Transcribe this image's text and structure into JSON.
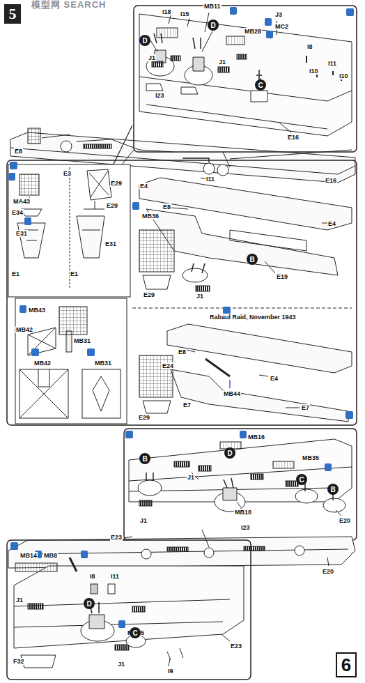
{
  "diagram": {
    "nodes": [
      {
        "text": [
          "5"
        ]
      },
      {
        "text": [
          "D"
        ]
      },
      {
        "text": [
          "D"
        ]
      },
      {
        "text": [
          "C"
        ]
      },
      {
        "text": [
          "B"
        ]
      },
      {
        "text": [
          "B"
        ]
      },
      {
        "text": [
          "D"
        ]
      },
      {
        "text": [
          "C"
        ]
      },
      {
        "text": [
          "B"
        ]
      },
      {
        "text": [
          "D"
        ]
      },
      {
        "text": [
          "C"
        ]
      },
      {
        "text": [
          "6"
        ]
      }
    ],
    "labels": [
      "I18",
      "I15",
      "MB11",
      "J3",
      "MC2",
      "MB28",
      "J1",
      "J1",
      "I8",
      "I10",
      "I11",
      "I10",
      "I23",
      "E16",
      "E8",
      "E4",
      "E16",
      "I11",
      "MB36",
      "E8",
      "E4",
      "E19",
      "J1",
      "E29",
      "MA43",
      "E3",
      "E29",
      "E34",
      "E29",
      "E31",
      "E31",
      "E1",
      "E1",
      "MB43",
      "MB42",
      "MB31",
      "MB42",
      "MB31",
      "Rabaul Raid, November 1943",
      "E8",
      "E24",
      "E4",
      "MB44",
      "E29",
      "E7",
      "E7",
      "MB16",
      "J1",
      "MB35",
      "MB10",
      "I23",
      "E20",
      "J1",
      "E23",
      "E20",
      "MB14",
      "MB8",
      "I8",
      "I11",
      "J1",
      "MB25",
      "F32",
      "E23",
      "J1",
      "I9",
      "模型网 SEARCH"
    ]
  }
}
